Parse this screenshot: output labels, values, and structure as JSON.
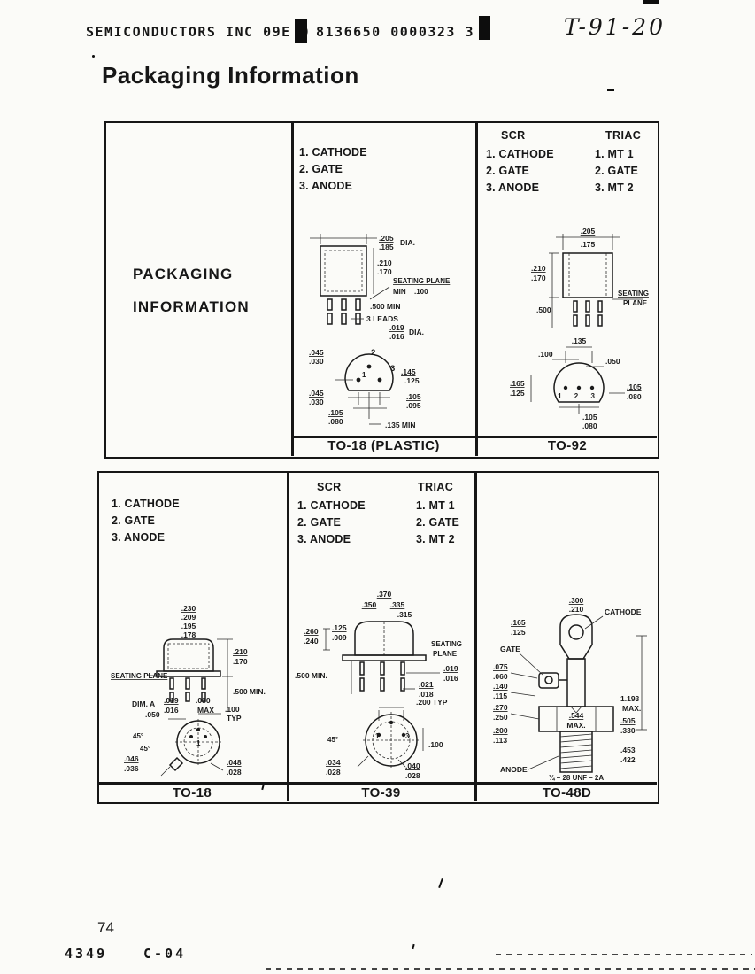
{
  "header": {
    "company": "SEMICONDUCTORS INC 09E D",
    "doc_code": "8136650 0000323 3",
    "handwritten": "T-91-20"
  },
  "page_title": "Packaging Information",
  "section_title": {
    "line1": "PACKAGING",
    "line2": "INFORMATION"
  },
  "pin_lists": {
    "standard": [
      "1. CATHODE",
      "2. GATE",
      "3. ANODE"
    ],
    "scr_header": "SCR",
    "triac_header": "TRIAC",
    "scr": [
      "1. CATHODE",
      "2. GATE",
      "3. ANODE"
    ],
    "triac": [
      "1. MT 1",
      "2. GATE",
      "3. MT 2"
    ]
  },
  "panels": {
    "to18_plastic": {
      "label": "TO-18 (PLASTIC)",
      "side": {
        "d1": ".205",
        "d2": ".185",
        "dia": "DIA.",
        "h1": ".210",
        "h2": ".170",
        "seating": "SEATING PLANE",
        "min": "MIN",
        "std": ".100",
        "lead_len": ".500 MIN",
        "leads": "3 LEADS",
        "ld1": ".019",
        "ld2": ".016",
        "dia2": "DIA."
      },
      "bottom": {
        "o1": ".045",
        "o2": ".030",
        "p1": "1",
        "p2": "2",
        "p3": "3",
        "r1": ".145",
        "r2": ".125",
        "o3": ".045",
        "o4": ".030",
        "s1": ".105",
        "s2": ".095",
        "t1": ".105",
        "t2": ".080",
        "min": ".135 MIN"
      }
    },
    "to92": {
      "label": "TO-92",
      "side": {
        "w1": ".205",
        "w2": ".175",
        "h1": ".210",
        "h2": ".170",
        "lead": ".500",
        "seat1": "SEATING",
        "seat2": "PLANE"
      },
      "bottom": {
        "a": ".135",
        "b": ".100",
        "c": ".050",
        "d1": ".165",
        "d2": ".125",
        "pins": "1 2 3",
        "e1": ".105",
        "e2": ".080",
        "f1": ".105",
        "f2": ".080"
      }
    },
    "to18": {
      "label": "TO-18",
      "side": {
        "c1": ".230",
        "c2": ".209",
        "c3": ".195",
        "c4": ".178",
        "seating": "SEATING PLANE",
        "h1": ".210",
        "h2": ".170",
        "lead": ".500 MIN.",
        "dima": "DIM. A",
        "ld1": ".019",
        "ld2": ".016",
        "tab1": ".030",
        "tab2": "MAX"
      },
      "bottom": {
        "a1": ".100",
        "a2": "TYP",
        "b": ".050",
        "ang1": "45°",
        "ang2": "45°",
        "c1": ".046",
        "c2": ".036",
        "d1": ".048",
        "d2": ".028",
        "p1": "1"
      }
    },
    "to39": {
      "label": "TO-39",
      "side": {
        "w1": ".370",
        "w2": ".350",
        "w3": ".335",
        "w4": ".315",
        "h1": ".260",
        "h2": ".240",
        "k1": ".125",
        "k2": ".009",
        "lead": ".500 MIN.",
        "seat1": "SEATING",
        "seat2": "PLANE",
        "ld1": ".019",
        "ld2": ".016",
        "ld3": ".021",
        "ld4": ".018"
      },
      "bottom": {
        "a": ".200 TYP",
        "b": ".100",
        "ang": "45°",
        "c1": ".034",
        "c2": ".028",
        "d1": ".040",
        "d2": ".028",
        "p1": "1",
        "p3": "3"
      }
    },
    "to48d": {
      "label": "TO-48D",
      "dims": {
        "top1": ".300",
        "top2": ".210",
        "cathode": "CATHODE",
        "l1": ".165",
        "l2": ".125",
        "gate": "GATE",
        "g1": ".075",
        "g2": ".060",
        "g3": ".140",
        "g4": ".115",
        "g5": ".270",
        "g6": ".250",
        "hex1": ".544",
        "hex2": "MAX.",
        "ht1": "1.193",
        "ht2": "MAX.",
        "r1": ".505",
        "r2": ".330",
        "n1": ".200",
        "n2": ".113",
        "s1": ".453",
        "s2": ".422",
        "anode": "ANODE",
        "thread": "¼ – 28 UNF – 2A"
      }
    }
  },
  "footer": {
    "page_number": "74",
    "code_left": "4349",
    "code_right": "C-04"
  }
}
